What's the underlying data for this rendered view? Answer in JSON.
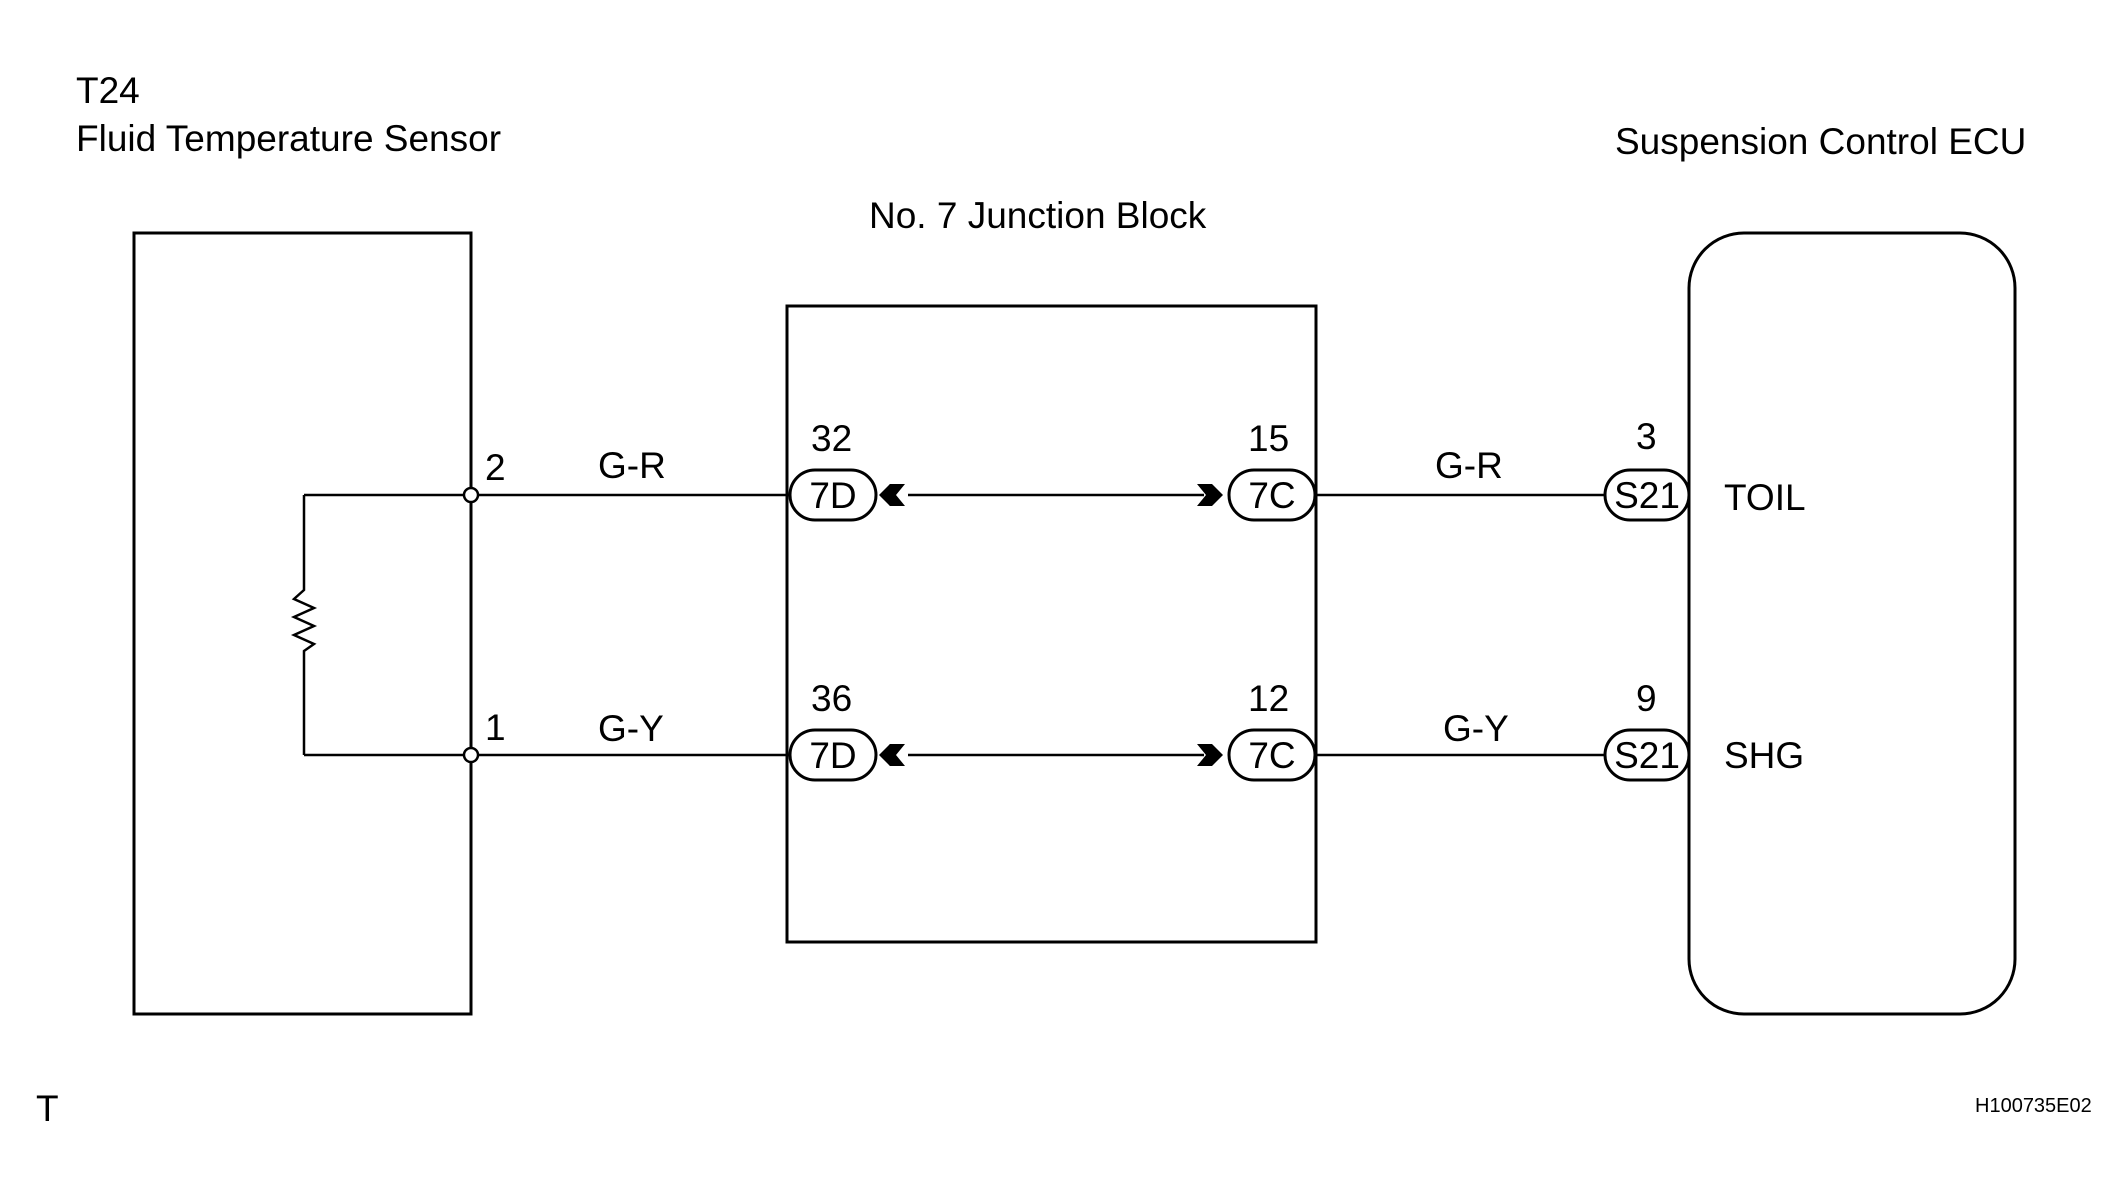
{
  "diagram": {
    "sensor": {
      "code": "T24",
      "name": "Fluid Temperature Sensor",
      "pins": [
        {
          "number": "2",
          "wire": "G-R"
        },
        {
          "number": "1",
          "wire": "G-Y"
        }
      ]
    },
    "junction_block": {
      "name": "No. 7 Junction Block",
      "left_connectors": [
        {
          "pin": "32",
          "connector": "7D"
        },
        {
          "pin": "36",
          "connector": "7D"
        }
      ],
      "right_connectors": [
        {
          "pin": "15",
          "connector": "7C"
        },
        {
          "pin": "12",
          "connector": "7C"
        }
      ]
    },
    "ecu": {
      "name": "Suspension Control ECU",
      "terminals": [
        {
          "pin": "3",
          "connector": "S21",
          "signal": "TOIL",
          "wire": "G-R"
        },
        {
          "pin": "9",
          "connector": "S21",
          "signal": "SHG",
          "wire": "G-Y"
        }
      ]
    },
    "footer": {
      "left_mark": "T",
      "figure_id": "H100735E02"
    }
  }
}
